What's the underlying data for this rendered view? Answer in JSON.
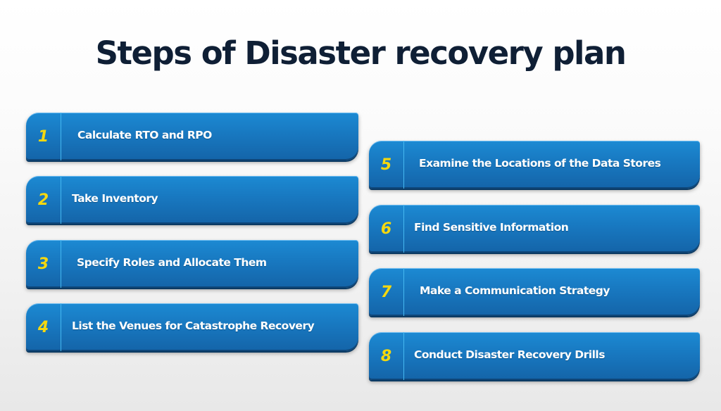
{
  "title": "Steps of Disaster recovery plan",
  "colors": {
    "title": "#0f1f35",
    "card_top": "#1c8ad3",
    "card_bottom": "#1464a8",
    "number": "#f5d80f",
    "label": "#ffffff",
    "divider": "#45b8f0"
  },
  "steps": [
    {
      "number": "1",
      "label": "Calculate RTO and RPO"
    },
    {
      "number": "2",
      "label": "Take Inventory"
    },
    {
      "number": "3",
      "label": "Specify Roles and Allocate Them"
    },
    {
      "number": "4",
      "label": "List the Venues for Catastrophe Recovery"
    },
    {
      "number": "5",
      "label": "Examine the Locations of the Data Stores"
    },
    {
      "number": "6",
      "label": "Find Sensitive Information"
    },
    {
      "number": "7",
      "label": "Make a Communication Strategy"
    },
    {
      "number": "8",
      "label": "Conduct Disaster Recovery Drills"
    }
  ]
}
